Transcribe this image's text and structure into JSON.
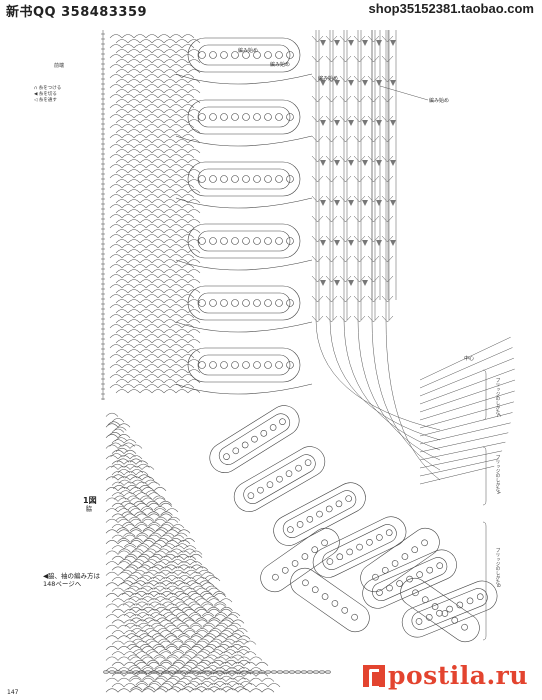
{
  "header": {
    "left_text": "新书QQ 358483359",
    "right_text": "shop35152381.taobao.com"
  },
  "legend": {
    "items": [
      "∩ 糸をつける",
      "◀ 糸を切る",
      "◁ 糸を通す"
    ]
  },
  "labels": {
    "top_left": "前端",
    "start_1": "編み始め",
    "start_2": "編み始め",
    "start_3": "編み始め",
    "start_right": "編み始め",
    "center": "中心",
    "motif_1": "ブリッジのしかたC",
    "motif_2": "ブリッジのしかたA",
    "motif_3": "ブリッジのしかたB"
  },
  "figure": {
    "title": "1図",
    "subtitle": "脇"
  },
  "note": {
    "line1": "◀脇、袖の編み方は",
    "line2": "148ページへ"
  },
  "page_number": "147",
  "watermark": {
    "text": "postila.ru",
    "color": "#e3442f"
  },
  "colors": {
    "ink": "#333333",
    "accent": "#e3442f"
  }
}
